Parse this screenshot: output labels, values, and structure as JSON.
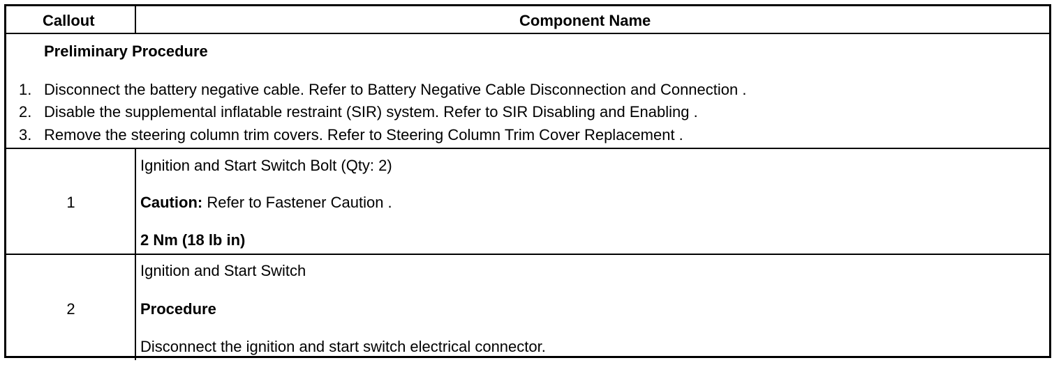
{
  "table": {
    "headers": {
      "callout": "Callout",
      "component": "Component Name"
    },
    "preliminary": {
      "title": "Preliminary Procedure",
      "steps": [
        {
          "num": "1.",
          "text": "Disconnect the battery negative cable. Refer to Battery Negative Cable Disconnection and Connection ."
        },
        {
          "num": "2.",
          "text": "Disable the supplemental inflatable restraint (SIR) system. Refer to SIR Disabling and Enabling ."
        },
        {
          "num": "3.",
          "text": "Remove the steering column trim covers. Refer to Steering Column Trim Cover Replacement ."
        }
      ]
    },
    "rows": [
      {
        "callout": "1",
        "name": "Ignition and Start Switch Bolt (Qty: 2)",
        "caution_label": "Caution:",
        "caution_text": " Refer to Fastener Caution .",
        "torque": "2 Nm (18 lb in)"
      },
      {
        "callout": "2",
        "name": "Ignition and Start Switch",
        "procedure_label": "Procedure",
        "procedure_text": "Disconnect the ignition and start switch electrical connector."
      }
    ]
  }
}
